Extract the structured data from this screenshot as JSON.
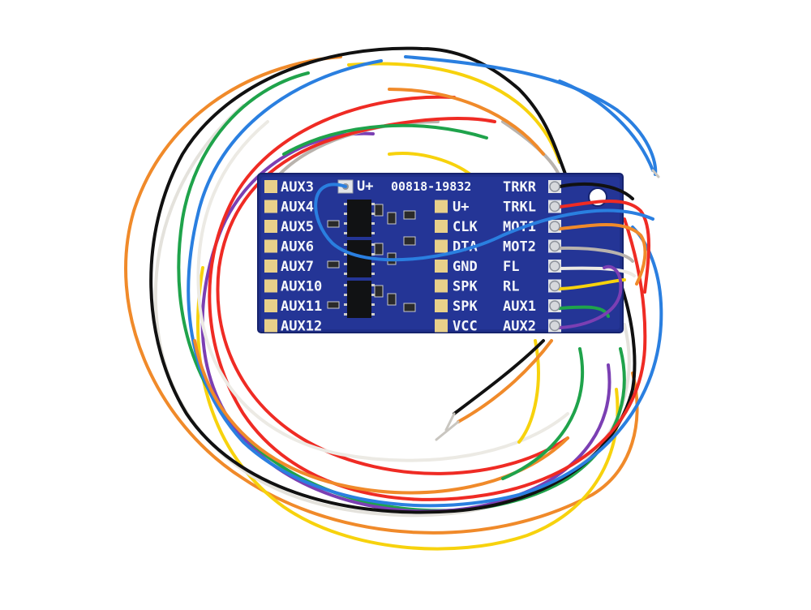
{
  "board": {
    "left_pads": [
      "AUX3",
      "AUX4",
      "AUX5",
      "AUX6",
      "AUX7",
      "AUX10",
      "AUX11",
      "AUX12"
    ],
    "middle_pads": [
      "U+",
      "CLK",
      "DTA",
      "GND",
      "SPK",
      "SPK",
      "VCC"
    ],
    "right_pads": [
      "TRKR",
      "TRKL",
      "MOT1",
      "MOT2",
      "FL",
      "RL",
      "AUX1",
      "AUX2"
    ],
    "top_left_label": "U+",
    "serial": "00818-19832"
  },
  "colors": {
    "background": "#ffffff",
    "pcb": "#1f2f8a",
    "pcb_edge": "#16236e",
    "pad_gold": "#e8d08a",
    "pad_silver": "#e2e4e8",
    "label": "#f4f6fa",
    "wires": {
      "orange": "#f08a2a",
      "white": "#f3f3f1",
      "green": "#1fa34b",
      "purple": "#7b3fb3",
      "black": "#111111",
      "blue": "#2a7fe0",
      "red": "#ef2b24",
      "yellow": "#f7d20d",
      "gray": "#b9b3ad"
    }
  }
}
